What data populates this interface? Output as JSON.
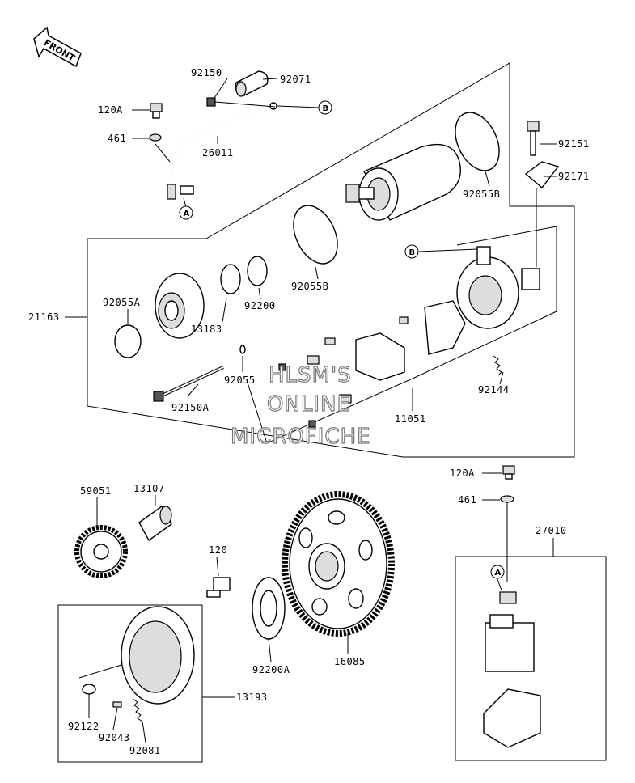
{
  "front_label": "FRONT",
  "watermark": [
    "HLSM'S",
    "ONLINE",
    "MICROFICHE"
  ],
  "labels": {
    "p92150": "92150",
    "p92071": "92071",
    "p120A_top": "120A",
    "p461_top": "461",
    "p26011": "26011",
    "p92151": "92151",
    "p92171": "92171",
    "p92055B_top": "92055B",
    "p92055B_mid": "92055B",
    "p92055A": "92055A",
    "p21163": "21163",
    "p13183": "13183",
    "p92200": "92200",
    "p92055": "92055",
    "p92150A": "92150A",
    "p92144": "92144",
    "p11051": "11051",
    "p120A_right": "120A",
    "p461_right": "461",
    "p27010": "27010",
    "p59051": "59051",
    "p13107": "13107",
    "p120": "120",
    "p92200A": "92200A",
    "p16085": "16085",
    "p13193": "13193",
    "p92122": "92122",
    "p92043": "92043",
    "p92081": "92081"
  },
  "callouts": {
    "a_top": "A",
    "b_top": "B",
    "b_mid": "B",
    "a_right": "A"
  }
}
